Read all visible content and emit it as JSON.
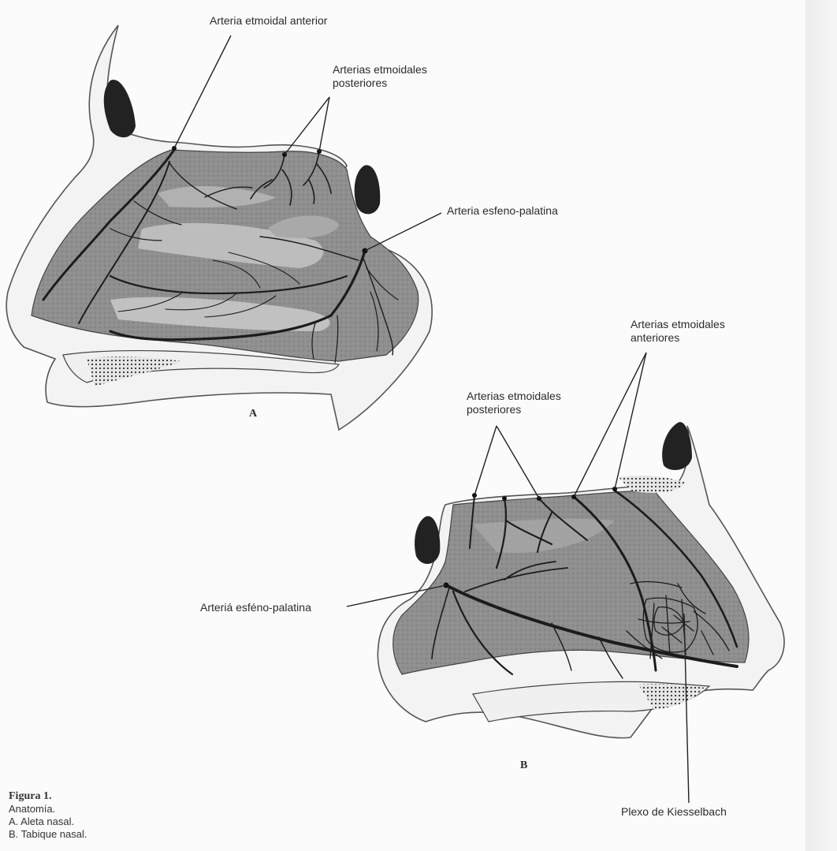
{
  "labels": {
    "a_ethmoid_anterior": "Arteria etmoidal anterior",
    "a_ethmoid_posterior": [
      "Arterias etmoidales",
      "posteriores"
    ],
    "a_spheno_palatine": "Arteria esfeno-palatina",
    "b_ethmoid_anterior": [
      "Arterias etmoidales",
      "anteriores"
    ],
    "b_ethmoid_posterior": [
      "Arterias etmoidales",
      "posteriores"
    ],
    "b_spheno_palatine": "Arteriá esféno-palatina",
    "b_kiesselbach": "Plexo de Kiesselbach"
  },
  "panels": {
    "a": "A",
    "b": "B"
  },
  "caption": {
    "title": "Figura 1.",
    "line1": "Anatomía.",
    "line2": "A.  Aleta nasal.",
    "line3": "B.  Tabique nasal."
  },
  "colors": {
    "tissue": "#8d8d8d",
    "tissue_light": "#b9b9b9",
    "artery": "#1c1c1c",
    "bone": "#f2f2f2",
    "ink": "#2b2b2b"
  }
}
